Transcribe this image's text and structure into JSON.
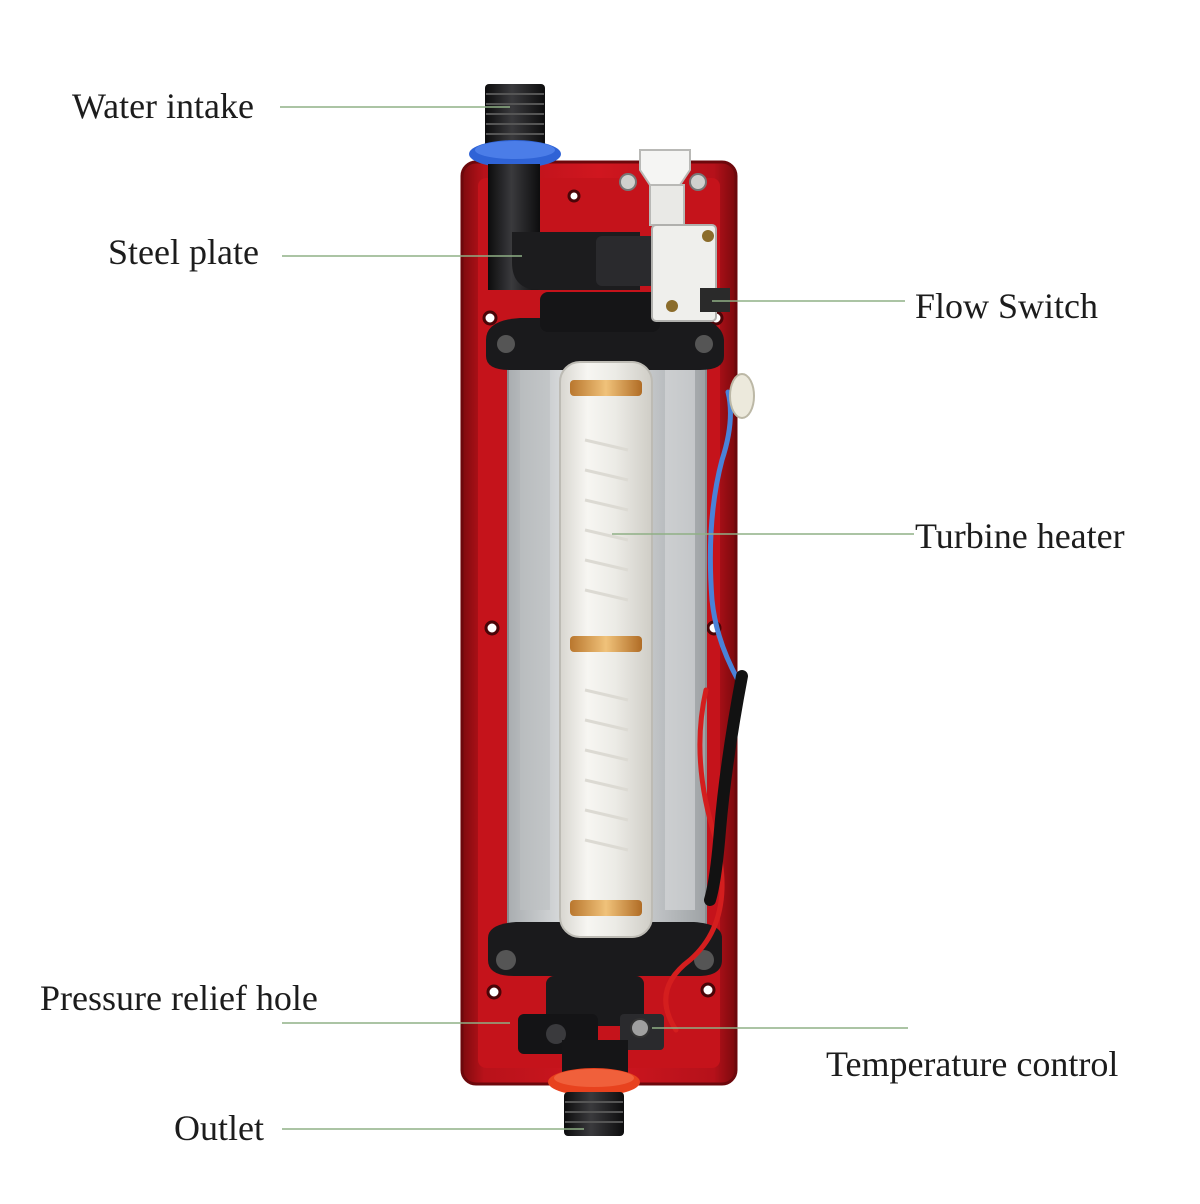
{
  "labels": {
    "water_intake": "Water intake",
    "steel_plate": "Steel plate",
    "flow_switch": "Flow Switch",
    "turbine_heater": "Turbine heater",
    "pressure_relief_hole": "Pressure relief hole",
    "temperature_control": "Temperature control",
    "outlet": "Outlet"
  },
  "colors": {
    "housing_red": "#c8141c",
    "housing_dark_red": "#8e0b10",
    "leader_line": "#8fb085",
    "intake_ring": "#2f63d6",
    "outlet_ring": "#e8421e",
    "fitting_black": "#1d1d1f",
    "steel_plate": "#cfd2d4",
    "tube_white": "#f2f1ec",
    "copper_band": "#d89a4a",
    "wire_blue": "#4a82d8",
    "wire_red": "#d41e1e"
  }
}
